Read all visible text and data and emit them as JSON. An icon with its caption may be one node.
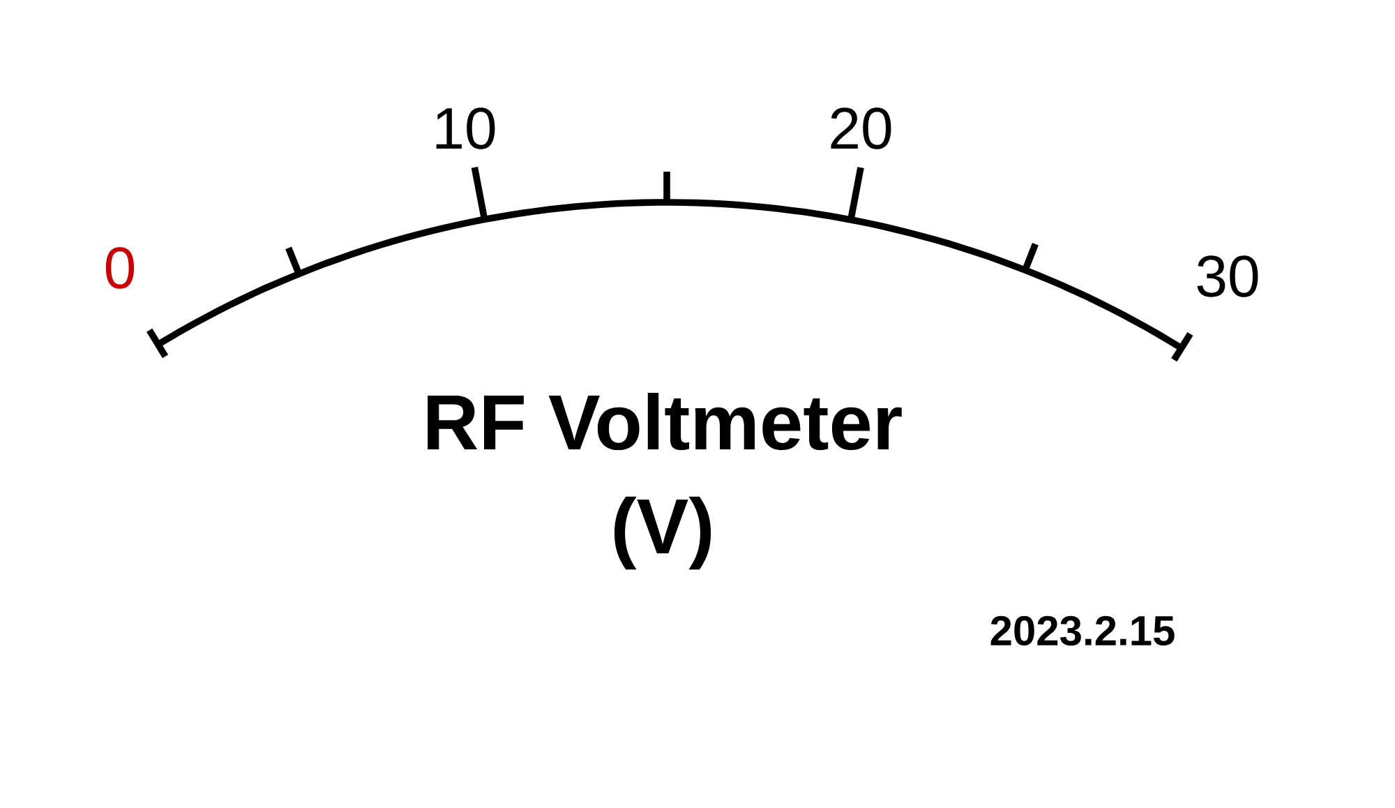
{
  "diagram": {
    "title": "RF Voltmeter",
    "labels": [
      "10",
      "20",
      "0",
      "30",
      "(V)",
      "2023.2.15"
    ]
  }
}
